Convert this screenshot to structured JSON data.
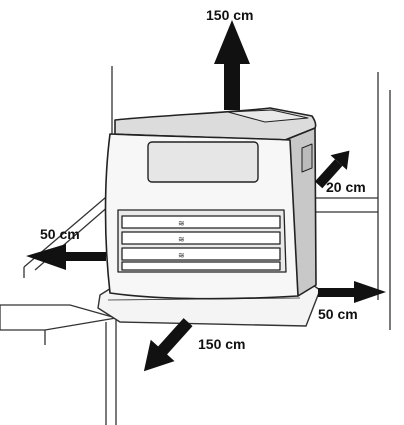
{
  "labels": {
    "top": "150 cm",
    "back_right": "20 cm",
    "left": "50 cm",
    "right": "50 cm",
    "front": "150 cm"
  },
  "colors": {
    "ink": "#111111",
    "line": "#333333",
    "heater_body": "#eeeeee",
    "heater_front": "#f7f7f7",
    "heater_top": "#dcdcdc",
    "heater_side": "#c8c8c8",
    "floor_plate": "#f4f4f4"
  },
  "icons": [
    "up-arrow-icon",
    "diagonal-arrow-icon",
    "left-arrow-icon",
    "right-arrow-icon",
    "down-left-arrow-icon"
  ]
}
